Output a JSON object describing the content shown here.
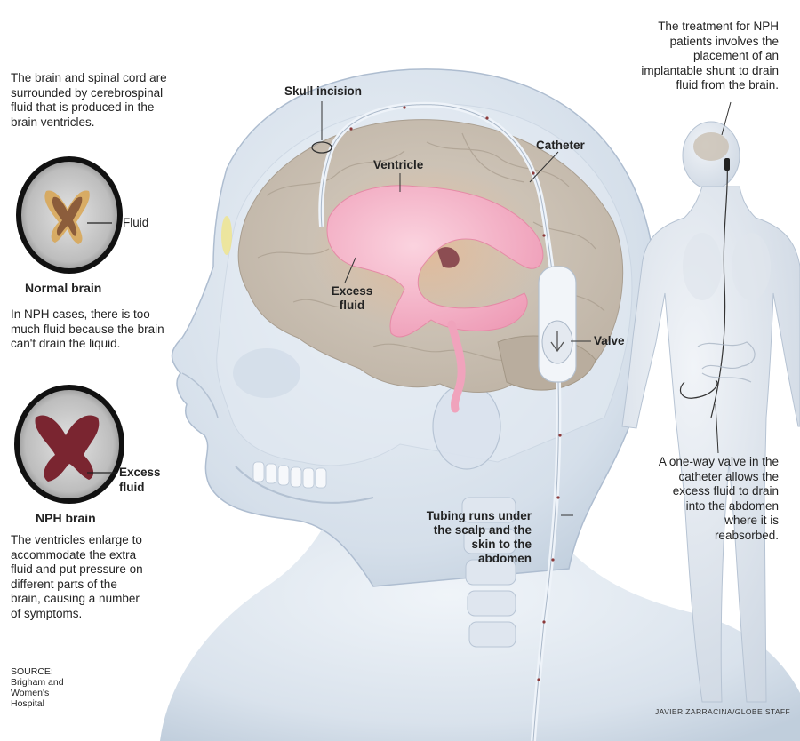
{
  "intro_text": "The brain and spinal cord are surrounded by cerebrospinal fluid  that is produced in the brain ventricles.",
  "normal_brain": {
    "fluid_label": "Fluid",
    "title": "Normal brain",
    "description": "In NPH cases, there is too much fluid because the brain can't drain the liquid."
  },
  "nph_brain": {
    "excess_label": "Excess fluid",
    "title": "NPH brain",
    "description": "The ventricles enlarge to accommodate the extra fluid and put pressure on different parts of the brain, causing a number of symptoms."
  },
  "source": "SOURCE: Brigham and Women's Hospital",
  "head_labels": {
    "skull_incision": "Skull incision",
    "ventricle": "Ventricle",
    "catheter": "Catheter",
    "excess_fluid": "Excess fluid",
    "valve": "Valve",
    "tubing": "Tubing runs under the scalp and the skin to the abdomen"
  },
  "treatment_text": "The treatment for NPH patients involves the placement of an implantable shunt to drain fluid  from the brain.",
  "valve_text": "A one-way valve in the catheter allows the excess fluid to drain into the abdomen where it is reabsorbed.",
  "credit": "JAVIER ZARRACINA/GLOBE STAFF",
  "colors": {
    "head_translucent": "#d6e0ec",
    "brain": "#c9bfb1",
    "ventricle": "#f2a9c0",
    "nph_ventricle": "#7a2530",
    "normal_fluid": "#d9a24a"
  }
}
